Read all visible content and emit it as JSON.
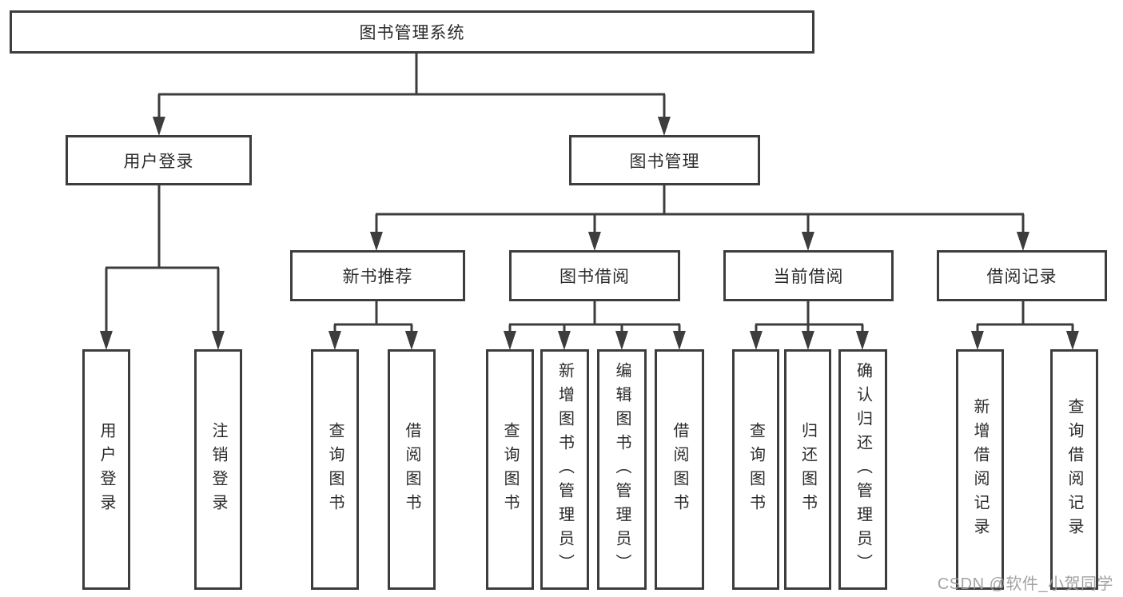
{
  "tree": {
    "root": {
      "label": "图书管理系统"
    },
    "branches": [
      {
        "label": "用户登录",
        "leaves": [
          {
            "label": "用户登录"
          },
          {
            "label": "注销登录"
          }
        ]
      },
      {
        "label": "图书管理",
        "groups": [
          {
            "label": "新书推荐",
            "leaves": [
              {
                "label": "查询图书"
              },
              {
                "label": "借阅图书"
              }
            ]
          },
          {
            "label": "图书借阅",
            "leaves": [
              {
                "label": "查询图书"
              },
              {
                "label": "新增图书（管理员）"
              },
              {
                "label": "编辑图书（管理员）"
              },
              {
                "label": "借阅图书"
              }
            ]
          },
          {
            "label": "当前借阅",
            "leaves": [
              {
                "label": "查询图书"
              },
              {
                "label": "归还图书"
              },
              {
                "label": "确认归还（管理员）"
              }
            ]
          },
          {
            "label": "借阅记录",
            "leaves": [
              {
                "label": "新增借阅记录"
              },
              {
                "label": "查询借阅记录"
              }
            ]
          }
        ]
      }
    ]
  },
  "watermark": {
    "text": "CSDN @软件_小贺同学"
  },
  "theme": {
    "line_color": "#3d3d3d",
    "text_color": "#2b2b2b",
    "background": "#ffffff",
    "watermark_color": "#9b9b9b"
  }
}
